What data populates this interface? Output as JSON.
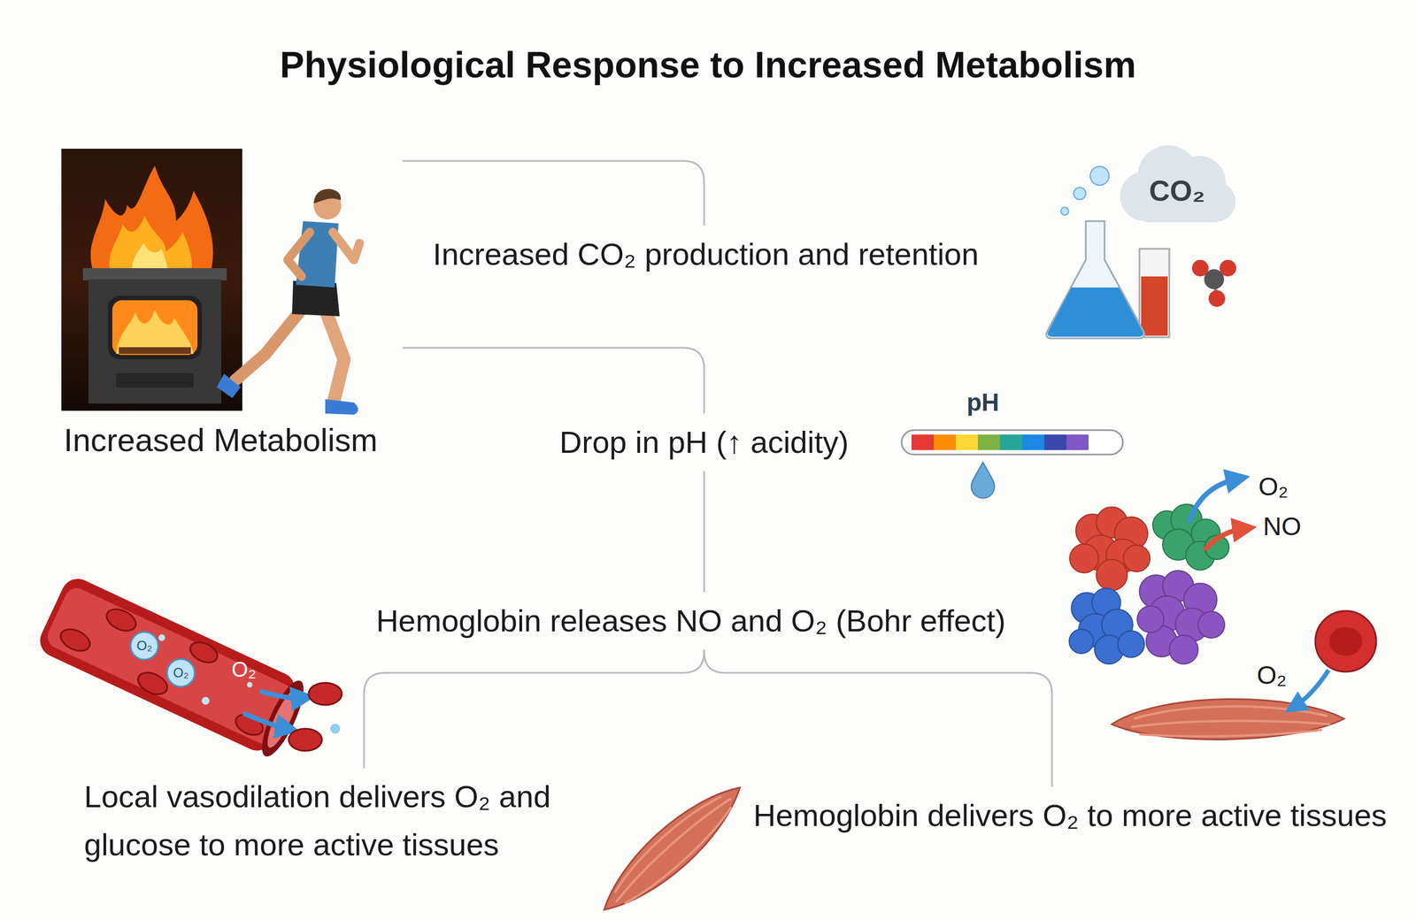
{
  "diagram": {
    "title": "Physiological Response to Increased Metabolism",
    "nodes": [
      {
        "text": [
          "Increased Metabolism"
        ]
      },
      {
        "text": [
          "Increased CO₂ production and retention"
        ]
      },
      {
        "text": [
          "Drop in pH (↑ acidity)"
        ]
      },
      {
        "text": [
          "Hemoglobin releases NO and O₂ (Bohr effect)"
        ]
      },
      {
        "text": [
          "Local vasodilation delivers O₂ and glucose to more active tissues"
        ]
      },
      {
        "text": [
          "Hemoglobin delivers O₂ to more active tissues"
        ]
      }
    ],
    "edges": [
      {
        "from": 0,
        "to": 1,
        "arrow": "none"
      },
      {
        "from": 0,
        "to": 2,
        "arrow": "none"
      },
      {
        "from": 2,
        "to": 3,
        "arrow": "none"
      },
      {
        "from": 3,
        "to": 4,
        "arrow": "none"
      },
      {
        "from": 3,
        "to": 5,
        "arrow": "none"
      }
    ],
    "labels": [
      "CO₂",
      "pH",
      "O₂",
      "NO",
      "O₂",
      "O₂",
      "O₂",
      "O₂"
    ]
  }
}
